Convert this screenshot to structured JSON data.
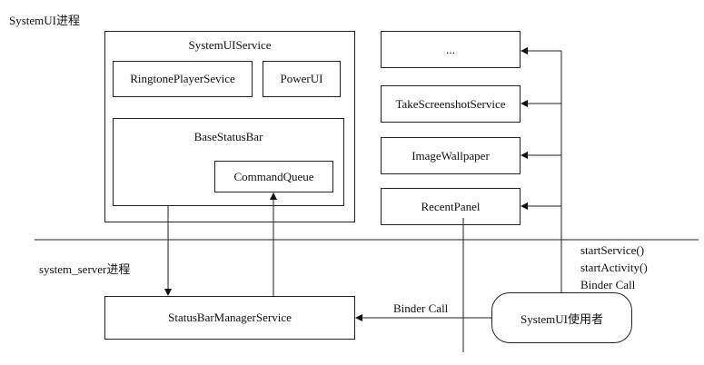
{
  "process_top": "SystemUI进程",
  "process_bottom": "system_server进程",
  "systemui_service": {
    "title": "SystemUIService",
    "ringtone": "RingtonePlayerSevice",
    "powerui": "PowerUI",
    "base_status_bar": "BaseStatusBar",
    "command_queue": "CommandQueue"
  },
  "right_components": {
    "ellipsis": "...",
    "take_screenshot": "TakeScreenshotService",
    "image_wallpaper": "ImageWallpaper",
    "recent_panel": "RecentPanel"
  },
  "status_bar_manager": "StatusBarManagerService",
  "systemui_user": "SystemUI使用者",
  "binder_call_label": "Binder Call",
  "user_actions": [
    "startService()",
    "startActivity()",
    "Binder Call"
  ]
}
